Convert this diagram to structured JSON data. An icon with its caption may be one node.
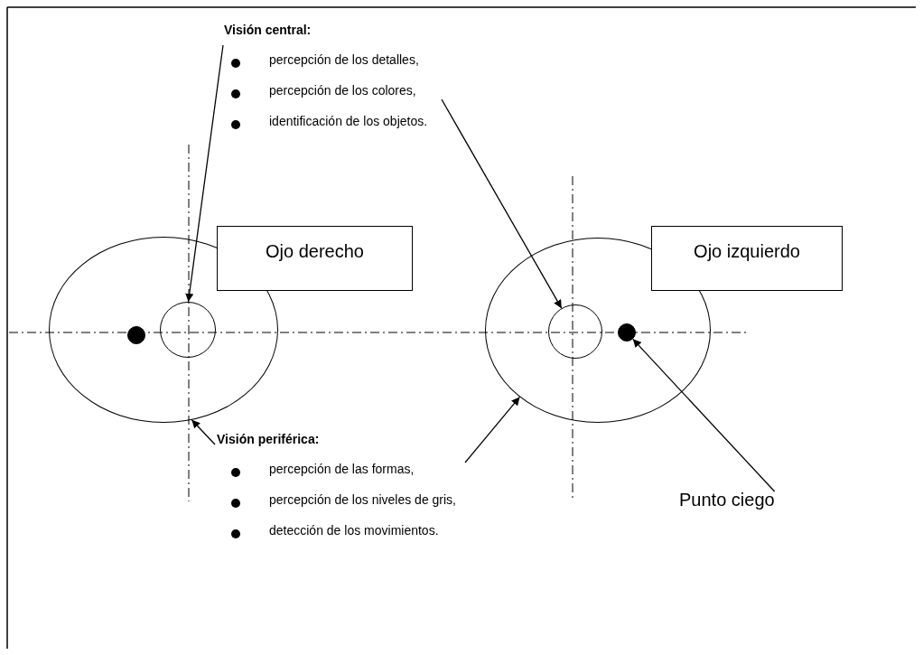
{
  "diagram": {
    "nodes": [
      {
        "text": [
          "Visión central:",
          "percepción de los detalles,",
          "percepción de los colores,",
          "identificación de los objetos."
        ]
      },
      {
        "text": [
          "Ojo derecho"
        ]
      },
      {
        "text": [],
        "shape": "ellipse"
      },
      {
        "text": [],
        "shape": "circle",
        "in": 2
      },
      {
        "text": [],
        "shape": "dot",
        "in": 2
      },
      {
        "text": [
          "Ojo izquierdo"
        ]
      },
      {
        "text": [],
        "shape": "ellipse"
      },
      {
        "text": [],
        "shape": "circle",
        "in": 6
      },
      {
        "text": [],
        "shape": "dot",
        "in": 6
      },
      {
        "text": [
          "Visión periférica:",
          "percepción de las formas,",
          "percepción de los niveles de gris,",
          "detección de los movimientos."
        ]
      },
      {
        "text": [
          "Punto ciego"
        ]
      }
    ],
    "edges": [
      {
        "from": 0,
        "to": 3,
        "arrow": "to"
      },
      {
        "from": 0,
        "to": 7,
        "arrow": "to"
      },
      {
        "from": 9,
        "to": 2,
        "arrow": "to"
      },
      {
        "from": 9,
        "to": 6,
        "arrow": "to"
      },
      {
        "from": 10,
        "to": 8,
        "arrow": "to"
      }
    ]
  }
}
